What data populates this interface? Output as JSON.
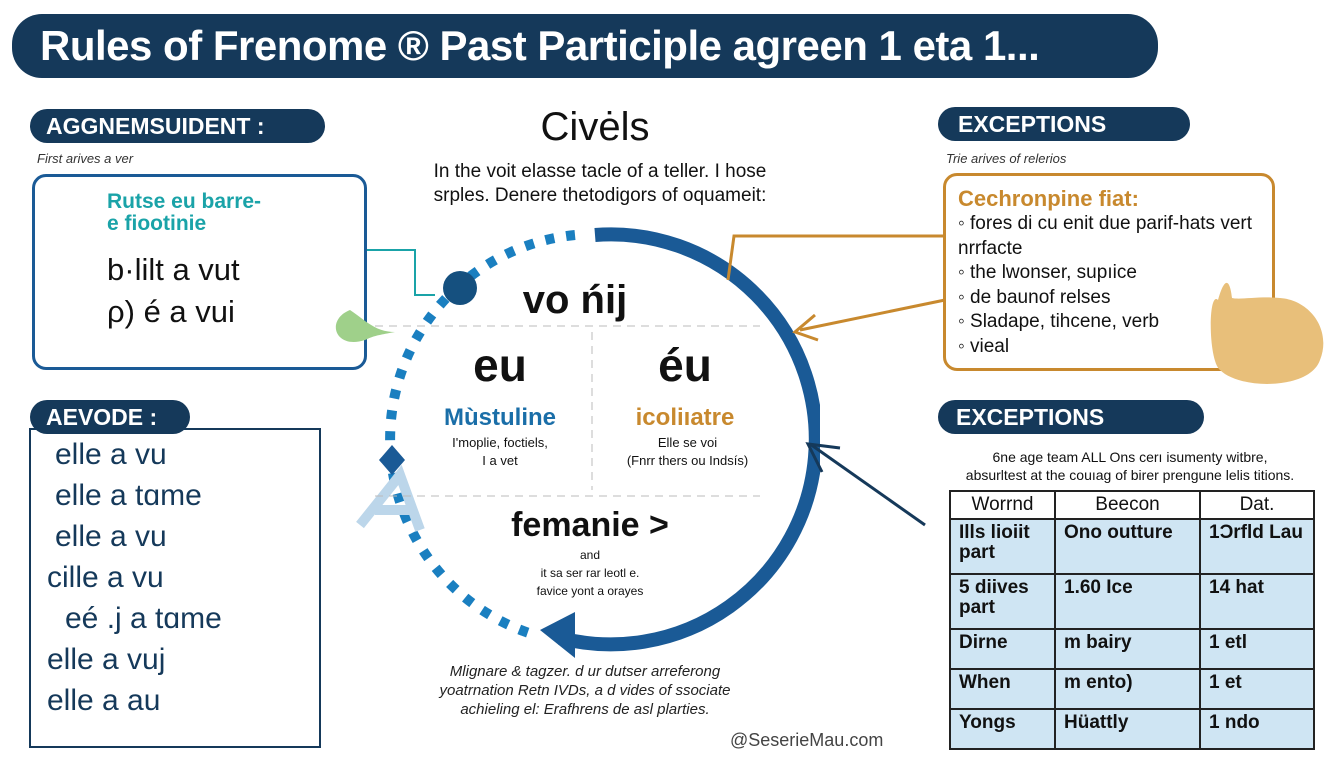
{
  "title": "Rules of Frenome ® Past Participle agreen 1 eta 1...",
  "left_top": {
    "pill": "AGGNEMSUIDENT :",
    "subtitle": "First arives a ver",
    "heading": "Rutse eu barre-\ne fiootinie",
    "lines": [
      "b·lilt a vut",
      "ρ) é a vui"
    ]
  },
  "left_bottom": {
    "pill": "AEVODE :",
    "lines": [
      "elle a vu",
      "elle a tɑme",
      "elle a vu",
      "cille a vu",
      "eé .j a tɑme",
      "elle a vuj",
      "elle a au"
    ]
  },
  "center": {
    "title": "Civėls",
    "intro": "In the voit elasse tacle of a teller.  I hose srples. Denere thetodigors of oquameit:",
    "top": "vo ńĳ",
    "q1_big": "eu",
    "q1_label": "Mùstuline",
    "q1_text": "I'moplie, foctiels,\nI a vet",
    "q2_big": "éu",
    "q2_label": "icoliıatre",
    "q2_text": "Elle se voi\n(Fnrr thers ou Indsís)",
    "bottom_big": "femanie >",
    "bottom_and": "and",
    "bottom_text": "it sa ser rar leotl e.\nfavice yont a orayes",
    "footer": "Mlignare & tagzer. d ur dutser arreferong\nyoatrnation Retn IVDs, a d vides of ssociate\nachieling el: Erafhrens de asl plarties.",
    "watermark": "@SeserieMau.com"
  },
  "right_top": {
    "pill": "EXCEPTIONS",
    "subtitle": "Trie arives of relerios",
    "heading": "Cechronpine fiat:",
    "bullets": [
      "fores di cu enit due parif-hats vert nrrfacte",
      "the lwonser, supıice",
      "de baunof relses",
      "Sladape, tihcene, verb",
      "vieal"
    ]
  },
  "right_bottom": {
    "pill": "EXCEPTIONS",
    "desc": "6ne age team ALL Ons cerı isumenty witbre,\nabsurltest at the couıag of birer prengune lelis titions.",
    "headers": [
      "Worrnd",
      "Beecon",
      "Dat."
    ],
    "rows": [
      [
        "Ills lioiit part",
        "Ono outture",
        "1Ɔrfld Lau"
      ],
      [
        "5 diives part",
        "1.60 Ice",
        "14 hat"
      ],
      [
        "Dirne",
        "m bairy",
        "1 etl"
      ],
      [
        "When",
        "m ento)",
        "1 et"
      ],
      [
        "Yongs",
        "Hüattly",
        "1 ndo"
      ]
    ]
  },
  "colors": {
    "navy": "#15395a",
    "blue": "#1a5a96",
    "teal": "#1aa3a8",
    "orange": "#c8892e"
  }
}
